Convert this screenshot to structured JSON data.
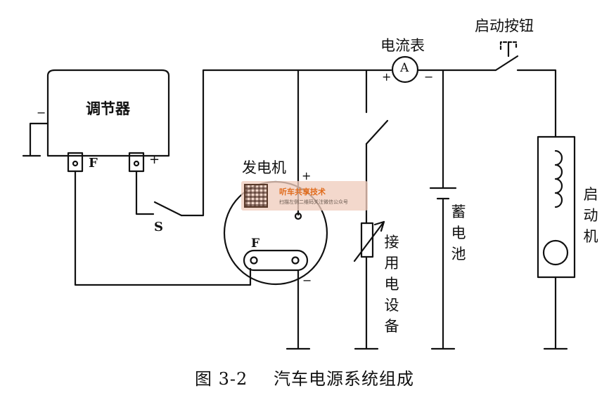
{
  "labels": {
    "regulator": "调节器",
    "regulator_F": "F",
    "regulator_plus": "+",
    "regulator_minus": "−",
    "switch_S": "S",
    "generator": "发电机",
    "generator_plus": "+",
    "generator_F": "F",
    "generator_minus": "−",
    "ammeter": "电流表",
    "ammeter_symbol": "A",
    "ammeter_plus": "+",
    "ammeter_minus": "−",
    "start_button": "启动按钮",
    "load": "接用电设备",
    "battery": "蓄电池",
    "starter": "启动机"
  },
  "watermark": {
    "title": "听车共享技术",
    "subtitle": "扫描左侧二维码关注微信公众号"
  },
  "caption": {
    "number": "图 3-2",
    "title": "汽车电源系统组成"
  }
}
